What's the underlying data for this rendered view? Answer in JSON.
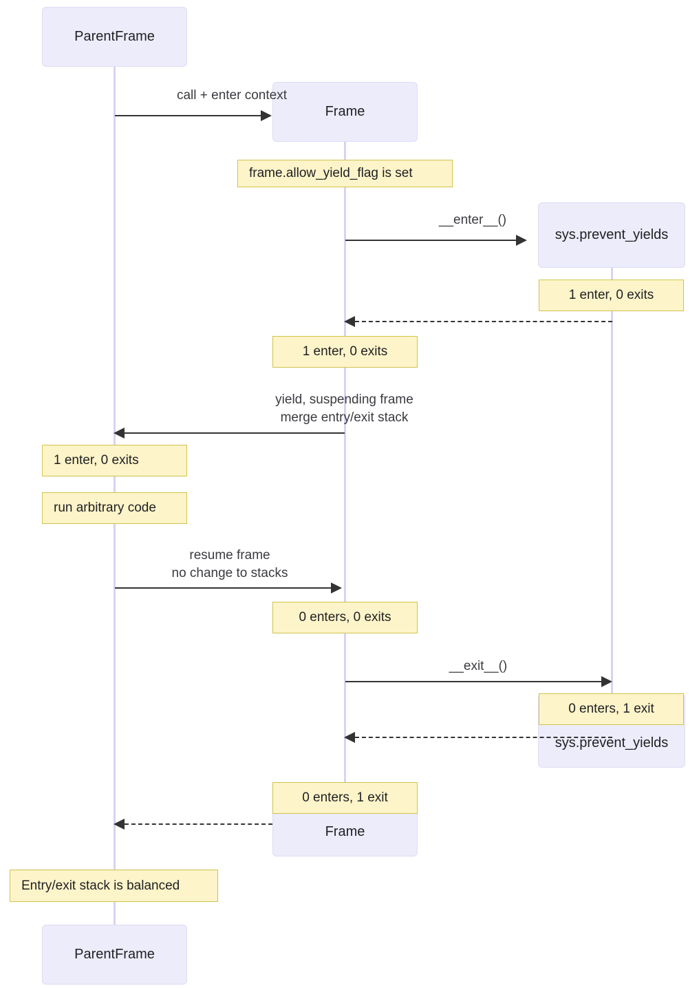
{
  "diagram": {
    "type": "sequence-diagram",
    "title": "",
    "background_color": "#ffffff",
    "participant_fill": "#ececfb",
    "participant_border": "#dedcf5",
    "note_fill": "#fdf4c9",
    "note_border": "#cfc44c",
    "lifeline_color": "#d9d2f2",
    "arrow_color": "#333333"
  },
  "participants": [
    {
      "id": "parent",
      "label": "ParentFrame"
    },
    {
      "id": "frame",
      "label": "Frame"
    },
    {
      "id": "sys",
      "label": "sys.prevent_yields"
    }
  ],
  "participants_bottom": [
    {
      "id": "sys",
      "label": "sys.prevent_yields"
    },
    {
      "id": "frame",
      "label": "Frame"
    },
    {
      "id": "parent",
      "label": "ParentFrame"
    }
  ],
  "messages": [
    {
      "id": "m1",
      "label": "call + enter context",
      "from": "parent",
      "to": "frame",
      "style": "solid"
    },
    {
      "id": "m2",
      "label": "__enter__()",
      "from": "frame",
      "to": "sys",
      "style": "solid"
    },
    {
      "id": "m3",
      "label": "",
      "from": "sys",
      "to": "frame",
      "style": "dashed"
    },
    {
      "id": "m4",
      "label": "yield, suspending frame\nmerge entry/exit stack",
      "from": "frame",
      "to": "parent",
      "style": "solid"
    },
    {
      "id": "m5",
      "label": "resume frame\nno change to stacks",
      "from": "parent",
      "to": "frame",
      "style": "solid"
    },
    {
      "id": "m6",
      "label": "__exit__()",
      "from": "frame",
      "to": "sys",
      "style": "solid"
    },
    {
      "id": "m7",
      "label": "",
      "from": "sys",
      "to": "frame",
      "style": "dashed"
    },
    {
      "id": "m8",
      "label": "",
      "from": "frame",
      "to": "parent",
      "style": "dashed"
    }
  ],
  "notes": [
    {
      "id": "n1",
      "text": "frame.allow_yield_flag is set",
      "over": "frame",
      "align": "left"
    },
    {
      "id": "n2",
      "text": "1 enter, 0 exits",
      "over": "sys",
      "align": "center"
    },
    {
      "id": "n3",
      "text": "1 enter, 0 exits",
      "over": "frame",
      "align": "center"
    },
    {
      "id": "n4",
      "text": "1 enter, 0 exits",
      "over": "parent",
      "align": "left"
    },
    {
      "id": "n5",
      "text": "run arbitrary code",
      "over": "parent",
      "align": "left"
    },
    {
      "id": "n6",
      "text": "0 enters, 0 exits",
      "over": "frame",
      "align": "center"
    },
    {
      "id": "n7",
      "text": "0 enters, 1 exit",
      "over": "sys",
      "align": "center"
    },
    {
      "id": "n8",
      "text": "0 enters, 1 exit",
      "over": "frame",
      "align": "center"
    },
    {
      "id": "n9",
      "text": "Entry/exit stack is balanced",
      "over": "parent",
      "align": "left"
    }
  ]
}
